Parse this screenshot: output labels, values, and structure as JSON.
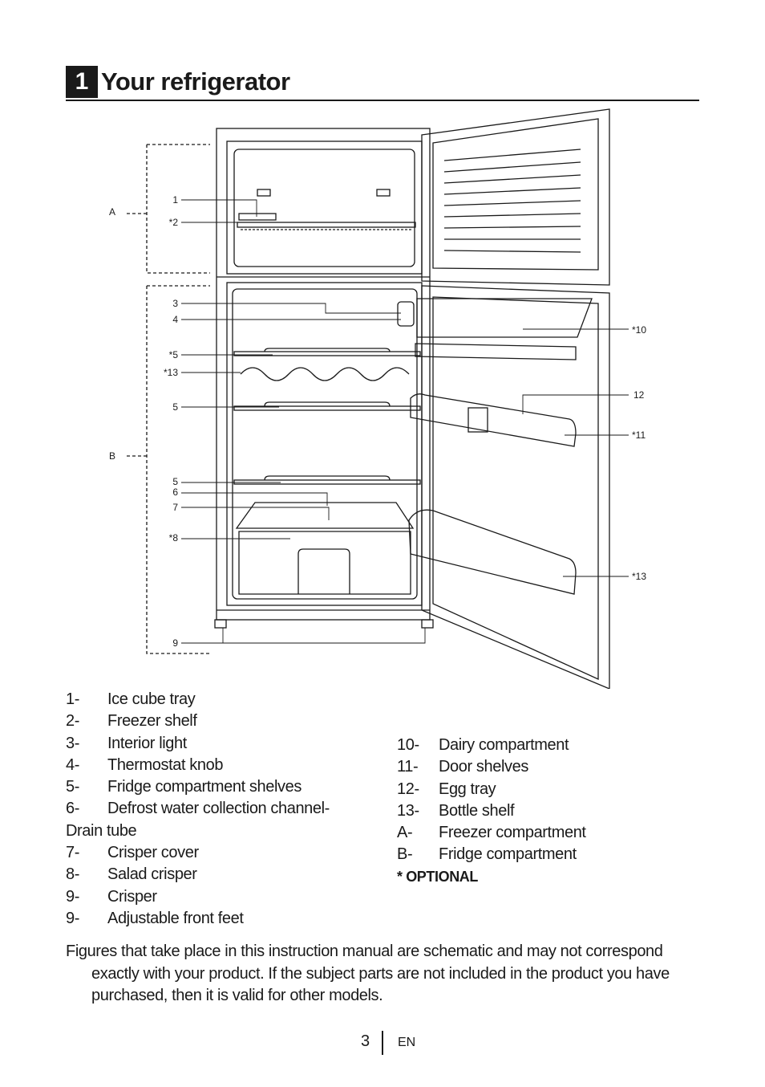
{
  "section": {
    "number": "1",
    "title": "Your refrigerator"
  },
  "callouts": {
    "A": "A",
    "B": "B",
    "c1": "1",
    "c2": "*2",
    "c3": "3",
    "c4": "4",
    "c5star": "*5",
    "c13a": "*13",
    "c5a": "5",
    "c5b": "5",
    "c6": "6",
    "c7": "7",
    "c8": "*8",
    "c9": "9",
    "c10": "*10",
    "c12": "12",
    "c11": "*11",
    "c13b": "*13"
  },
  "parts_left": [
    {
      "num": "1-",
      "label": "Ice cube tray"
    },
    {
      "num": "2-",
      "label": "Freezer shelf"
    },
    {
      "num": "3-",
      "label": "Interior light"
    },
    {
      "num": "4-",
      "label": "Thermostat knob"
    },
    {
      "num": "5-",
      "label": "Fridge compartment shelves"
    },
    {
      "num": "6-",
      "label": "Defrost water collection channel-"
    },
    {
      "num": "",
      "label": "Drain tube"
    },
    {
      "num": "7-",
      "label": "Crisper cover"
    },
    {
      "num": "8-",
      "label": "Salad crisper"
    },
    {
      "num": "9-",
      "label": "Crisper"
    },
    {
      "num": "9-",
      "label": "Adjustable front feet"
    }
  ],
  "parts_right": [
    {
      "num": "10-",
      "label": "Dairy compartment"
    },
    {
      "num": "11-",
      "label": "Door shelves"
    },
    {
      "num": "12-",
      "label": "Egg tray"
    },
    {
      "num": "13-",
      "label": "Bottle shelf"
    },
    {
      "num": "A-",
      "label": "Freezer compartment"
    },
    {
      "num": "B-",
      "label": "Fridge compartment"
    }
  ],
  "optional_note": "* OPTIONAL",
  "disclaimer": "Figures that take place in this instruction manual are schematic and may not correspond exactly with your product. If the subject parts are not included in the product you have purchased, then it is valid for other models.",
  "footer": {
    "page": "3",
    "lang": "EN"
  }
}
